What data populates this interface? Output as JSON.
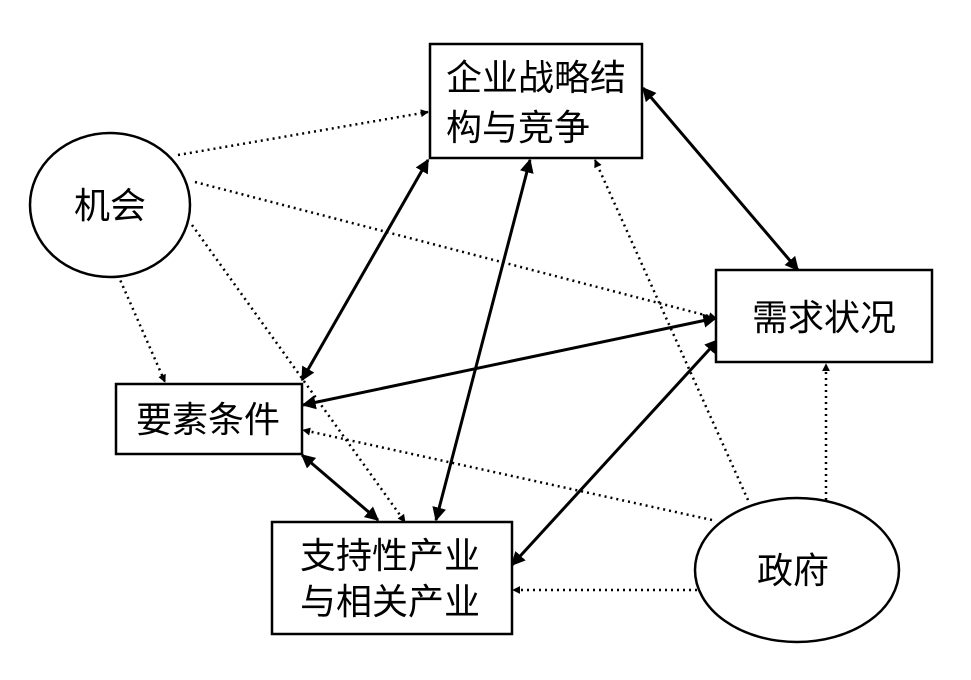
{
  "nodes": {
    "strategy": {
      "line1": "企业战略结",
      "line2": "构与竞争"
    },
    "demand": {
      "label": "需求状况"
    },
    "factor": {
      "label": "要素条件"
    },
    "related": {
      "line1": "支持性产业",
      "line2": "与相关产业"
    },
    "chance": {
      "label": "机会"
    },
    "government": {
      "label": "政府"
    }
  },
  "edges": {
    "solid_bidirectional": [
      [
        "strategy",
        "demand"
      ],
      [
        "strategy",
        "factor"
      ],
      [
        "strategy",
        "related"
      ],
      [
        "demand",
        "factor"
      ],
      [
        "demand",
        "related"
      ],
      [
        "factor",
        "related"
      ]
    ],
    "dotted_directed": [
      [
        "chance",
        "strategy"
      ],
      [
        "chance",
        "demand"
      ],
      [
        "chance",
        "factor"
      ],
      [
        "chance",
        "related"
      ],
      [
        "government",
        "strategy"
      ],
      [
        "government",
        "demand"
      ],
      [
        "government",
        "factor"
      ],
      [
        "government",
        "related"
      ]
    ]
  }
}
